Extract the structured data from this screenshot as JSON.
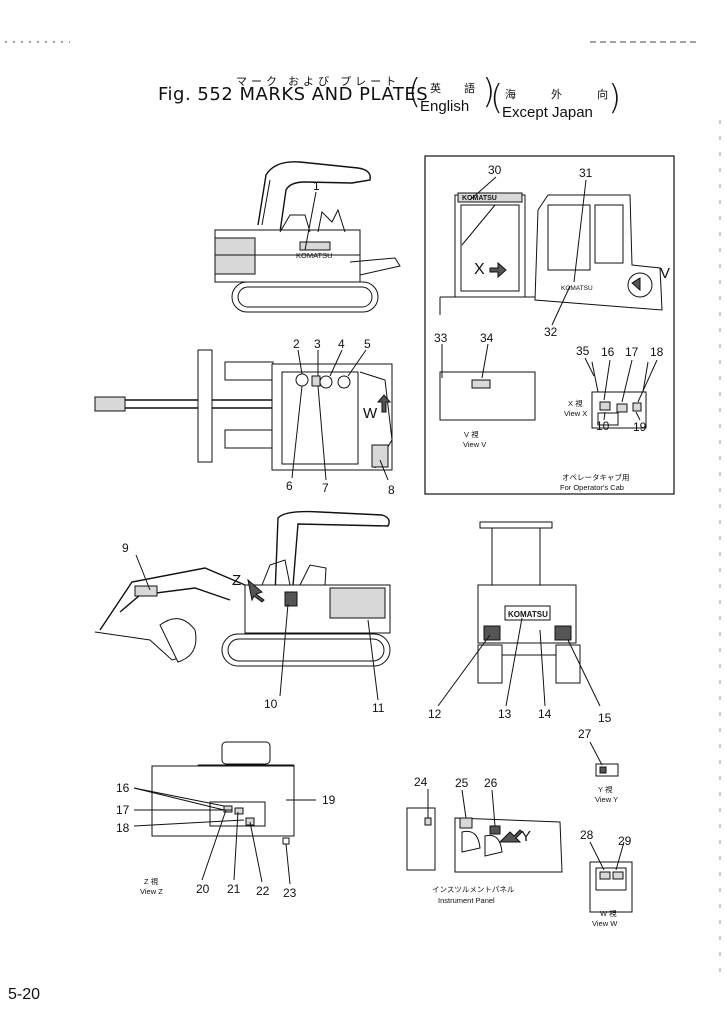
{
  "title": {
    "jp_main": "マーク および プレート",
    "fig": "Fig. 552 MARKS AND PLATES",
    "english_jp": "英 語",
    "english": "English",
    "except_jp": "海 外 向",
    "except": "Except Japan"
  },
  "brand": "KOMATSU",
  "inset": {
    "arrow_x": "X",
    "arrow_v": "V",
    "view_v_jp": "V 視",
    "view_v": "View V",
    "view_x_jp": "X 視",
    "view_x": "View X",
    "cab_jp": "オペレータキャブ用",
    "cab": "For Operator's Cab"
  },
  "main": {
    "arrow_w": "W",
    "arrow_z": "Z",
    "arrow_y": "Y",
    "view_z_jp": "Z 視",
    "view_z": "View Z",
    "view_y_jp": "Y 視",
    "view_y": "View Y",
    "view_w_jp": "W 視",
    "view_w": "View W",
    "panel_jp": "インスツルメントパネル",
    "panel": "Instrument Panel"
  },
  "callouts": [
    "1",
    "2",
    "3",
    "4",
    "5",
    "6",
    "7",
    "8",
    "9",
    "10",
    "11",
    "12",
    "13",
    "14",
    "15",
    "16",
    "17",
    "18",
    "19",
    "20",
    "21",
    "22",
    "23",
    "24",
    "25",
    "26",
    "27",
    "28",
    "29",
    "30",
    "31",
    "32",
    "33",
    "34",
    "35"
  ],
  "footer": "5-20"
}
